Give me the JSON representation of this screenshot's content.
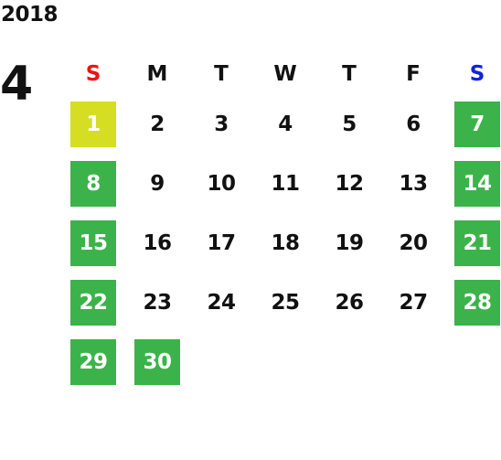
{
  "calendar": {
    "year": "2018",
    "month": "4",
    "weekdays": [
      {
        "label": "S",
        "color": "#ee1111"
      },
      {
        "label": "M",
        "color": "#111111"
      },
      {
        "label": "T",
        "color": "#111111"
      },
      {
        "label": "W",
        "color": "#111111"
      },
      {
        "label": "T",
        "color": "#111111"
      },
      {
        "label": "F",
        "color": "#111111"
      },
      {
        "label": "S",
        "color": "#1122dd"
      }
    ],
    "colors": {
      "today": "#d5de22",
      "holiday": "#3bb34a",
      "text": "#111111",
      "text_on_highlight": "#ffffff"
    },
    "weeks": [
      [
        {
          "day": "1",
          "mark": "today"
        },
        {
          "day": "2"
        },
        {
          "day": "3"
        },
        {
          "day": "4"
        },
        {
          "day": "5"
        },
        {
          "day": "6"
        },
        {
          "day": "7",
          "mark": "holiday"
        }
      ],
      [
        {
          "day": "8",
          "mark": "holiday"
        },
        {
          "day": "9"
        },
        {
          "day": "10"
        },
        {
          "day": "11"
        },
        {
          "day": "12"
        },
        {
          "day": "13"
        },
        {
          "day": "14",
          "mark": "holiday"
        }
      ],
      [
        {
          "day": "15",
          "mark": "holiday"
        },
        {
          "day": "16"
        },
        {
          "day": "17"
        },
        {
          "day": "18"
        },
        {
          "day": "19"
        },
        {
          "day": "20"
        },
        {
          "day": "21",
          "mark": "holiday"
        }
      ],
      [
        {
          "day": "22",
          "mark": "holiday"
        },
        {
          "day": "23"
        },
        {
          "day": "24"
        },
        {
          "day": "25"
        },
        {
          "day": "26"
        },
        {
          "day": "27"
        },
        {
          "day": "28",
          "mark": "holiday"
        }
      ],
      [
        {
          "day": "29",
          "mark": "holiday"
        },
        {
          "day": "30",
          "mark": "holiday"
        },
        null,
        null,
        null,
        null,
        null
      ]
    ]
  }
}
